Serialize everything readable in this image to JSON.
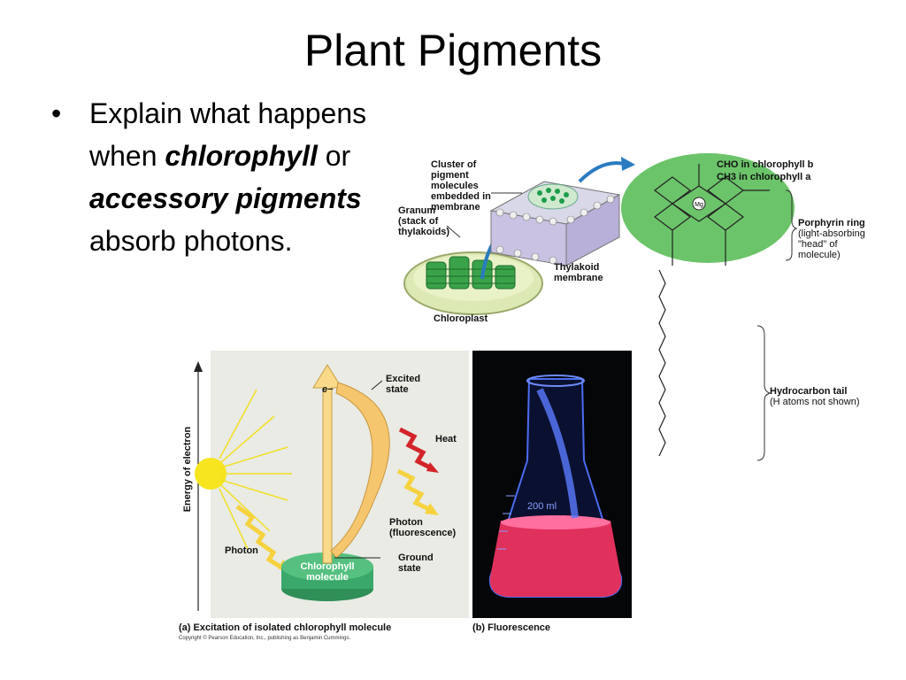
{
  "slide": {
    "title": "Plant Pigments",
    "bullet": {
      "p1": "Explain what happens when",
      "em1": "chlorophyll",
      "p2": "or",
      "em2": "accessory pigments",
      "p3": "absorb photons."
    }
  },
  "structure_figure": {
    "cluster": "Cluster of pigment molecules embedded in membrane",
    "granum": "Granum (stack of thylakoids)",
    "thylakoid": "Thylakoid membrane",
    "chloroplast": "Chloroplast",
    "chl_b": "CHO in chlorophyll b",
    "chl_a": "CH3 in chlorophyll a",
    "porphyrin_title": "Porphyrin ring",
    "porphyrin_desc": "(light-absorbing \"head\" of molecule)",
    "tail_title": "Hydrocarbon tail",
    "tail_desc": "(H atoms not shown)",
    "mg": "Mg"
  },
  "excitation_figure": {
    "axis": "Energy of electron",
    "electron": "e−",
    "excited": "Excited state",
    "heat": "Heat",
    "photon_out": "Photon (fluorescence)",
    "photon_in": "Photon",
    "ground": "Ground state",
    "molecule": "Chlorophyll molecule",
    "caption_a": "(a) Excitation of isolated chlorophyll molecule",
    "caption_b": "(b) Fluorescence",
    "flask_mark": "200 ml",
    "copyright": "Copyright © Pearson Education, Inc., publishing as Benjamin Cummings."
  },
  "colors": {
    "ring_fill": "#6cc46a",
    "excitation_bg": "#e9ebe4",
    "arrow_yellow": "#f6d23f",
    "heat_red": "#d3242a",
    "molecule_green": "#3aa86a",
    "fluorescence_bg": "#050608",
    "fluorescence_pink": "#e0305c",
    "flask_blue": "#4b6cf0",
    "icon_blue": "#2a7bc0"
  }
}
